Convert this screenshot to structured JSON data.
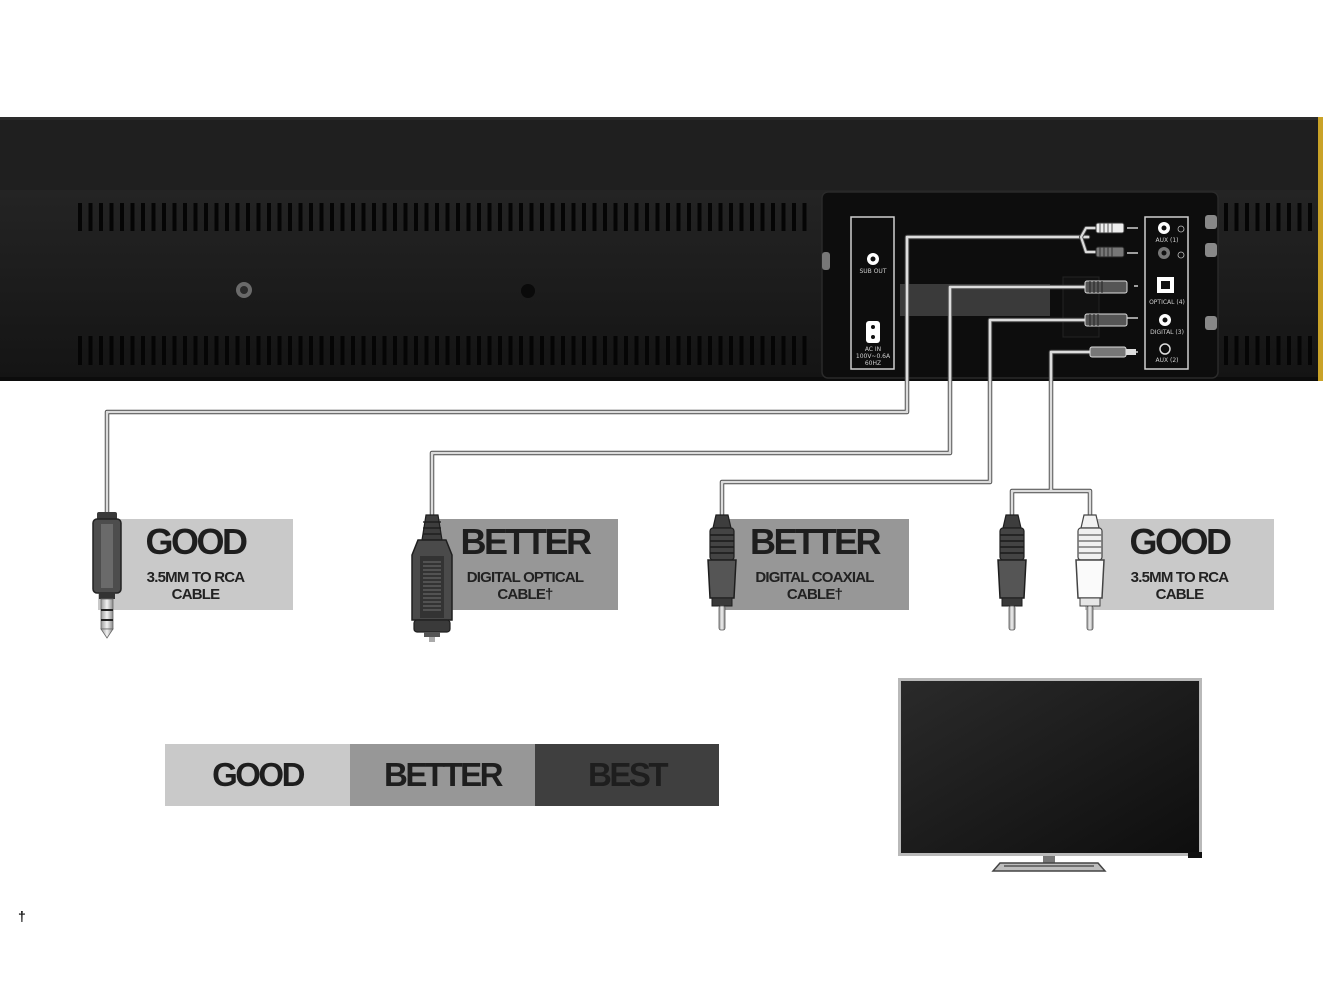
{
  "cards": [
    {
      "rating": "GOOD",
      "line1": "3.5MM TO RCA",
      "line2": "CABLE",
      "bg": "#c9c9c9"
    },
    {
      "rating": "BETTER",
      "line1": "DIGITAL OPTICAL",
      "line2": "CABLE†",
      "bg": "#979797"
    },
    {
      "rating": "BETTER",
      "line1": "DIGITAL COAXIAL",
      "line2": "CABLE†",
      "bg": "#979797"
    },
    {
      "rating": "GOOD",
      "line1": "3.5MM TO RCA",
      "line2": "CABLE",
      "bg": "#c9c9c9"
    }
  ],
  "scale": [
    {
      "label": "GOOD",
      "bg": "#c9c9c9"
    },
    {
      "label": "BETTER",
      "bg": "#979797"
    },
    {
      "label": "BEST",
      "bg": "#3f3f3f"
    }
  ],
  "ports": {
    "sub_out": "SUB OUT",
    "ac_in_1": "AC IN",
    "ac_in_2": "100V~0.6A",
    "ac_in_3": "60Hz",
    "aux1": "AUX (1)",
    "optical": "OPTICAL (4)",
    "digital": "DIGITAL (3)",
    "aux2": "AUX (2)"
  },
  "footnote": "†",
  "colors": {
    "soundbar": "#161616",
    "soundbar_top": "#1d1d1d",
    "panel": "#0d0d0d",
    "cable": "#d8d8d8",
    "cable_outline": "#555555"
  }
}
